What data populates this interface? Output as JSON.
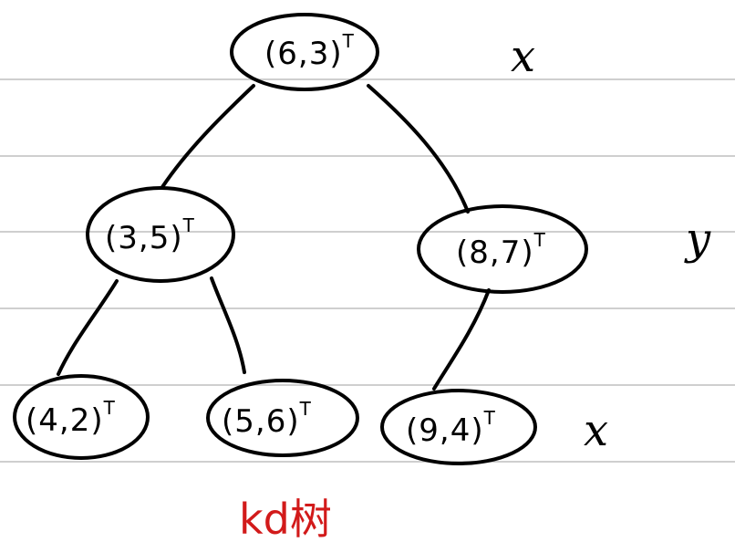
{
  "nodes": [
    {
      "id": "root",
      "label": "(6,3)",
      "sup": "T"
    },
    {
      "id": "left",
      "label": "(3,5)",
      "sup": "T"
    },
    {
      "id": "right",
      "label": "(8,7)",
      "sup": "T"
    },
    {
      "id": "left-left",
      "label": "(4,2)",
      "sup": "T"
    },
    {
      "id": "left-right",
      "label": "(5,6)",
      "sup": "T"
    },
    {
      "id": "right-left",
      "label": "(9,4)",
      "sup": "T"
    }
  ],
  "level_labels": [
    "x",
    "y",
    "x"
  ],
  "caption": "kd树",
  "colors": {
    "ink": "#000000",
    "caption": "#d21a1a",
    "ruled_line": "#cfcfcf"
  }
}
